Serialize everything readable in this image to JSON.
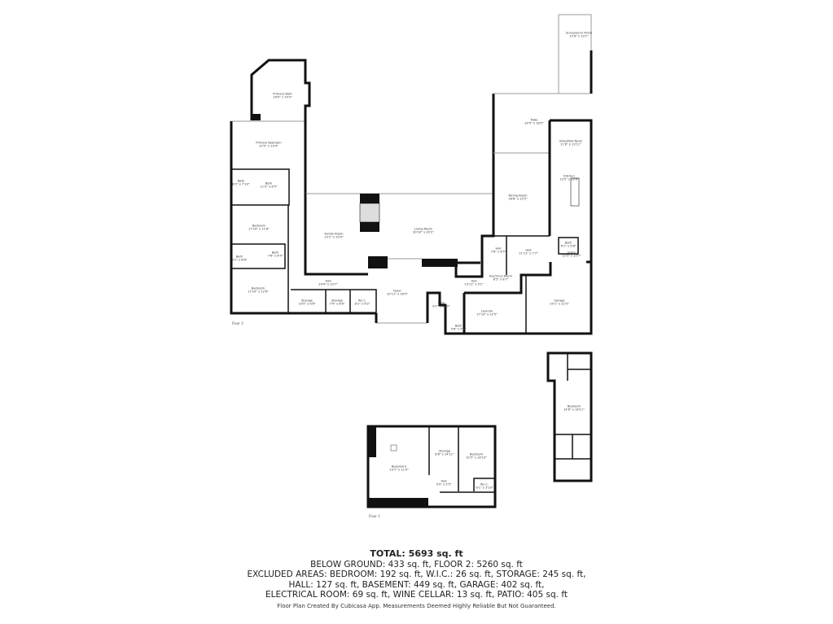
{
  "rooms": [
    {
      "name": "Primary Bath",
      "dims": "16'0\" x 14'3\""
    },
    {
      "name": "Primary Bedroom",
      "dims": "22'5\" x 19'4\""
    },
    {
      "name": "Bath",
      "dims": "8'2\" x 7'10\""
    },
    {
      "name": "Bath",
      "dims": "11'2\" x 8'5\""
    },
    {
      "name": "Bedroom",
      "dims": "17'10\" x 11'8\""
    },
    {
      "name": "Bath",
      "dims": "8'1\" x 8'8\""
    },
    {
      "name": "Bath",
      "dims": "7'6\" x 6'4\""
    },
    {
      "name": "Bedroom",
      "dims": "17'10\" x 12'6\""
    },
    {
      "name": "Family Room",
      "dims": "19'1\" x 20'9\""
    },
    {
      "name": "Living Room",
      "dims": "30'10\" x 20'2\""
    },
    {
      "name": "Hall",
      "dims": "24'4\" x 10'7\""
    },
    {
      "name": "Foyer",
      "dims": "20'11\" x 16'5\""
    },
    {
      "name": "Storage",
      "dims": "10'5\" x 6'6\""
    },
    {
      "name": "Storage",
      "dims": "7'4\" x 6'6\""
    },
    {
      "name": "W.I.C.",
      "dims": "8'1\" x 6'2\""
    },
    {
      "name": "Hall",
      "dims": "13'11\" x 9'1\""
    },
    {
      "name": "Bath",
      "dims": "8'1\" x 8'10\""
    },
    {
      "name": "Bath",
      "dims": "5'8\" x 5'6\""
    },
    {
      "name": "Laundry",
      "dims": "17'10\" x 12'5\""
    },
    {
      "name": "Electrical Room",
      "dims": "8'5\" x 8'7\""
    },
    {
      "name": "Garage",
      "dims": "20'1\" x 22'5\""
    },
    {
      "name": "Hall",
      "dims": "7'6\" x 6'5\""
    },
    {
      "name": "Hall",
      "dims": "11'11\" x 7'7\""
    },
    {
      "name": "Dining Room",
      "dims": "18'6\" x 15'5\""
    },
    {
      "name": "Patio",
      "dims": "30'5\" x 18'5\""
    },
    {
      "name": "Breakfast Nook",
      "dims": "11'6\" x 13'11\""
    },
    {
      "name": "Kitchen",
      "dims": "13'5\" x 19'6\""
    },
    {
      "name": "Entry",
      "dims": "12'5\" x 10'7\""
    },
    {
      "name": "Bath",
      "dims": "6'1\" x 5'8\""
    },
    {
      "name": "Screened-In Porch",
      "dims": "12'6\" x 19'1\""
    },
    {
      "name": "Basement",
      "dims": "19'7\" x 11'9\""
    },
    {
      "name": "Storage",
      "dims": "8'6\" x 14'11\""
    },
    {
      "name": "Bedroom",
      "dims": "10'5\" x 18'10\""
    },
    {
      "name": "Hall",
      "dims": "9'5\" x 5'5\""
    },
    {
      "name": "W.I.C.",
      "dims": "6'1\" x 3'10\""
    },
    {
      "name": "Bedroom",
      "dims": "14'6\" x 16'11\""
    }
  ],
  "floor_labels": {
    "main": "Floor 2",
    "basement": "Floor 1"
  },
  "summary": {
    "total": "TOTAL: 5693 sq. ft",
    "line1": "BELOW GROUND: 433 sq. ft, FLOOR 2: 5260 sq. ft",
    "line2": "EXCLUDED AREAS: BEDROOM: 192 sq. ft, W.I.C.: 26 sq. ft, STORAGE: 245 sq. ft,",
    "line3": "HALL: 127 sq. ft, BASEMENT: 449 sq. ft, GARAGE: 402 sq. ft,",
    "line4": "ELECTRICAL ROOM: 69 sq. ft, WINE CELLAR: 13 sq. ft, PATIO: 405 sq. ft"
  },
  "credit": "Floor Plan Created By Cubicasa App. Measurements Deemed Highly Reliable But Not Guaranteed."
}
